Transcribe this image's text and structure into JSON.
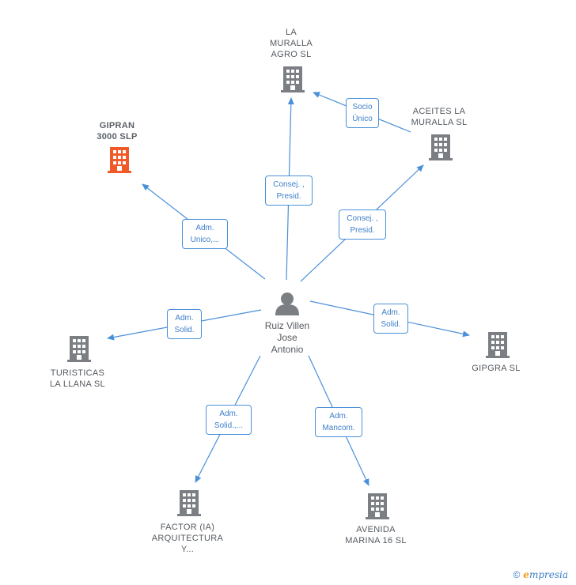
{
  "colors": {
    "edge": "#4a90d9",
    "building": "#7b7f84",
    "building_main": "#f05a28",
    "person": "#7b7f84"
  },
  "person": {
    "name": "Ruiz Villen\nJose\nAntonio",
    "icon": "person-icon"
  },
  "companies": {
    "la_muralla": {
      "name": "LA\nMURALLA\nAGRO  SL",
      "icon": "building-icon"
    },
    "aceites": {
      "name": "ACEITES LA\nMURALLA SL",
      "icon": "building-icon"
    },
    "gipran": {
      "name": "GIPRAN\n3000  SLP",
      "icon": "building-icon"
    },
    "turisticas": {
      "name": "TURISTICAS\nLA LLANA  SL",
      "icon": "building-icon"
    },
    "gipgra": {
      "name": "GIPGRA  SL",
      "icon": "building-icon"
    },
    "factor": {
      "name": "FACTOR (IA)\nARQUITECTURA\nY...",
      "icon": "building-icon"
    },
    "avenida": {
      "name": "AVENIDA\nMARINA 16  SL",
      "icon": "building-icon"
    }
  },
  "relations": {
    "la_muralla": "Consej. ,\nPresid.",
    "aceites": "Consej. ,\nPresid.",
    "aceites_to_muralla": "Socio\nÚnico",
    "gipran": "Adm.\nUnico,...",
    "turisticas": "Adm.\nSolid.",
    "gipgra": "Adm.\nSolid.",
    "factor": "Adm.\nSolid.,...",
    "avenida": "Adm.\nMancom."
  },
  "brand": {
    "copyright": "©",
    "first_letter": "e",
    "rest": "mpresia"
  }
}
